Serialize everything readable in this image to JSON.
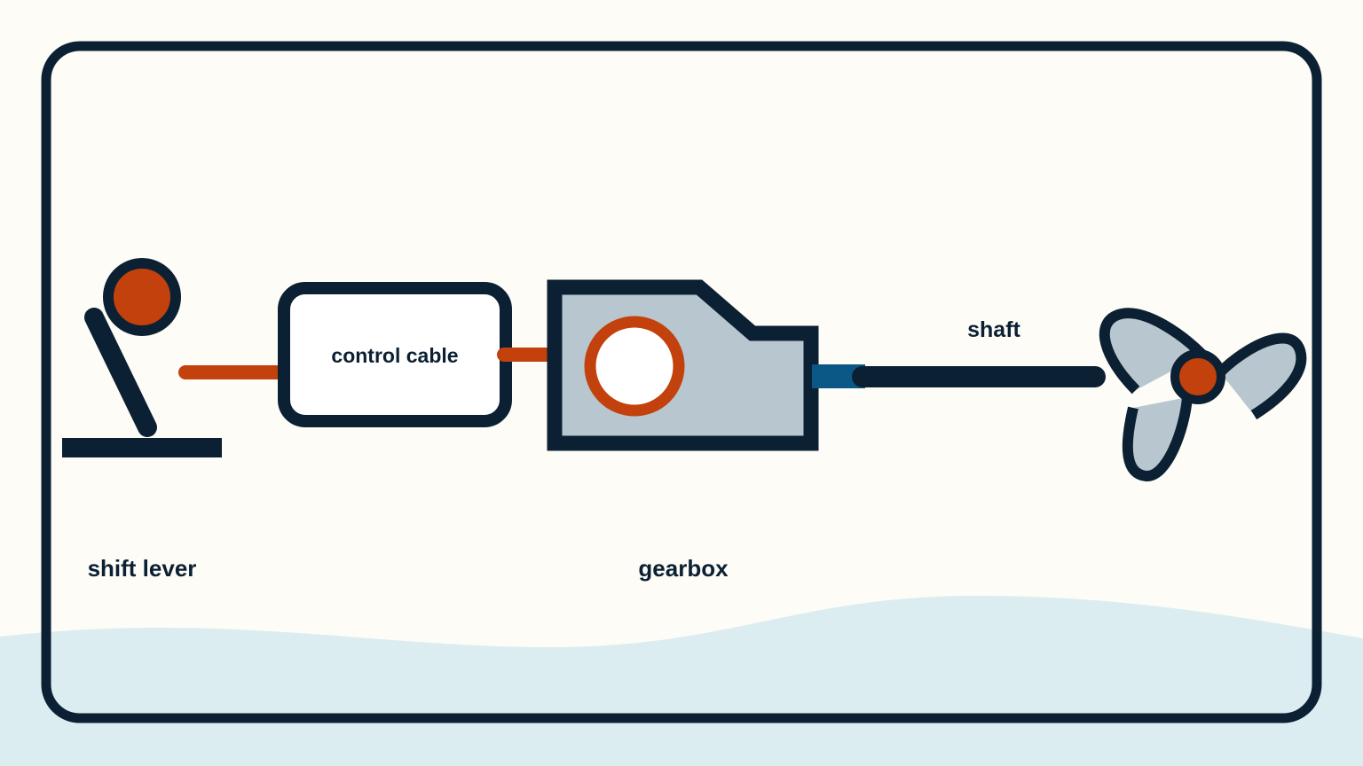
{
  "labels": {
    "shift_lever": "shift lever",
    "control_cable": "control cable",
    "gearbox": "gearbox",
    "shaft": "shaft"
  },
  "colors": {
    "background": "#fdfcf6",
    "water": "#dcedf1",
    "outline": "#0c2033",
    "accent_orange": "#c2410c",
    "gearbox_fill": "#b8c7cf",
    "coupling_blue": "#0b5786",
    "white": "#ffffff"
  },
  "icons": {
    "lever": "shift-lever-icon",
    "cable": "control-cable-box",
    "gearbox": "gearbox-housing",
    "shaft": "propeller-shaft",
    "propeller": "propeller-icon"
  }
}
